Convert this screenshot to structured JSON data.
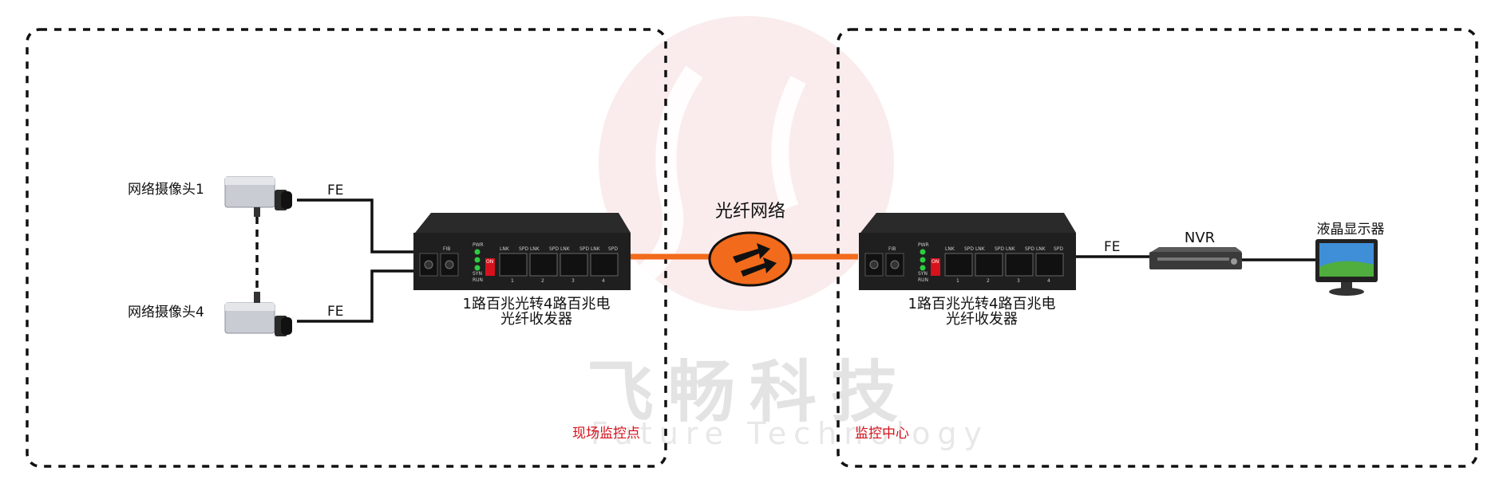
{
  "watermark": {
    "brand_cn": "飞畅科技",
    "brand_en": "Future Technology"
  },
  "zones": {
    "left_label": "现场监控点",
    "right_label": "监控中心"
  },
  "cameras": {
    "camera1_label": "网络摄像头1",
    "camera4_label": "网络摄像头4"
  },
  "links": {
    "fe": "FE"
  },
  "transceiver": {
    "line1": "1路百兆光转4路百兆电",
    "line2": "光纤收发器",
    "panel": {
      "fib": "FIB",
      "pwr": "PWR",
      "syn": "SYN",
      "run": "RUN",
      "on": "ON",
      "port_labels": [
        "LNK",
        "SPD LNK",
        "SPD LNK",
        "SPD LNK",
        "SPD"
      ],
      "port_numbers": [
        "1",
        "2",
        "3",
        "4"
      ]
    }
  },
  "fiber_network_label": "光纤网络",
  "nvr_label": "NVR",
  "monitor_label": "液晶显示器",
  "colors": {
    "fiber": "#f26a1b",
    "fiber_icon": "#f26a1b",
    "zone_label": "#d6121c",
    "device_body": "#1f1f1f",
    "cable": "#111111",
    "led": "#2ecc40"
  }
}
